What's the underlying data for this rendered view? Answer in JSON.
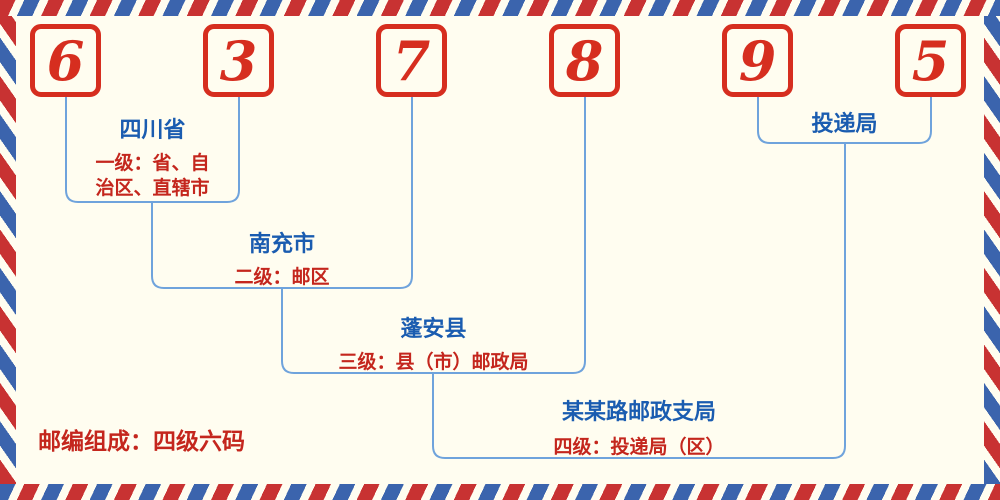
{
  "postal_code": "637895",
  "digits": [
    "6",
    "3",
    "7",
    "8",
    "9",
    "5"
  ],
  "labels": {
    "level1_name": "四川省",
    "level1_desc": "一级：省、自治区、直辖市",
    "level2_name": "南充市",
    "level2_desc": "二级：邮区",
    "level3_name": "蓬安县",
    "level3_desc": "三级：县（市）邮政局",
    "level4_name": "某某路邮政支局",
    "level4_desc": "四级：投递局（区）",
    "level5_name": "投递局",
    "footer_note": "邮编组成：四级六码"
  },
  "colors": {
    "background": "#fffdf0",
    "digit_red": "#d62e1f",
    "label_blue": "#1a5cb0",
    "desc_red": "#c4261d",
    "line_blue": "#6fa3dc",
    "stripe_red": "#c83232",
    "stripe_blue": "#3b64ad"
  }
}
